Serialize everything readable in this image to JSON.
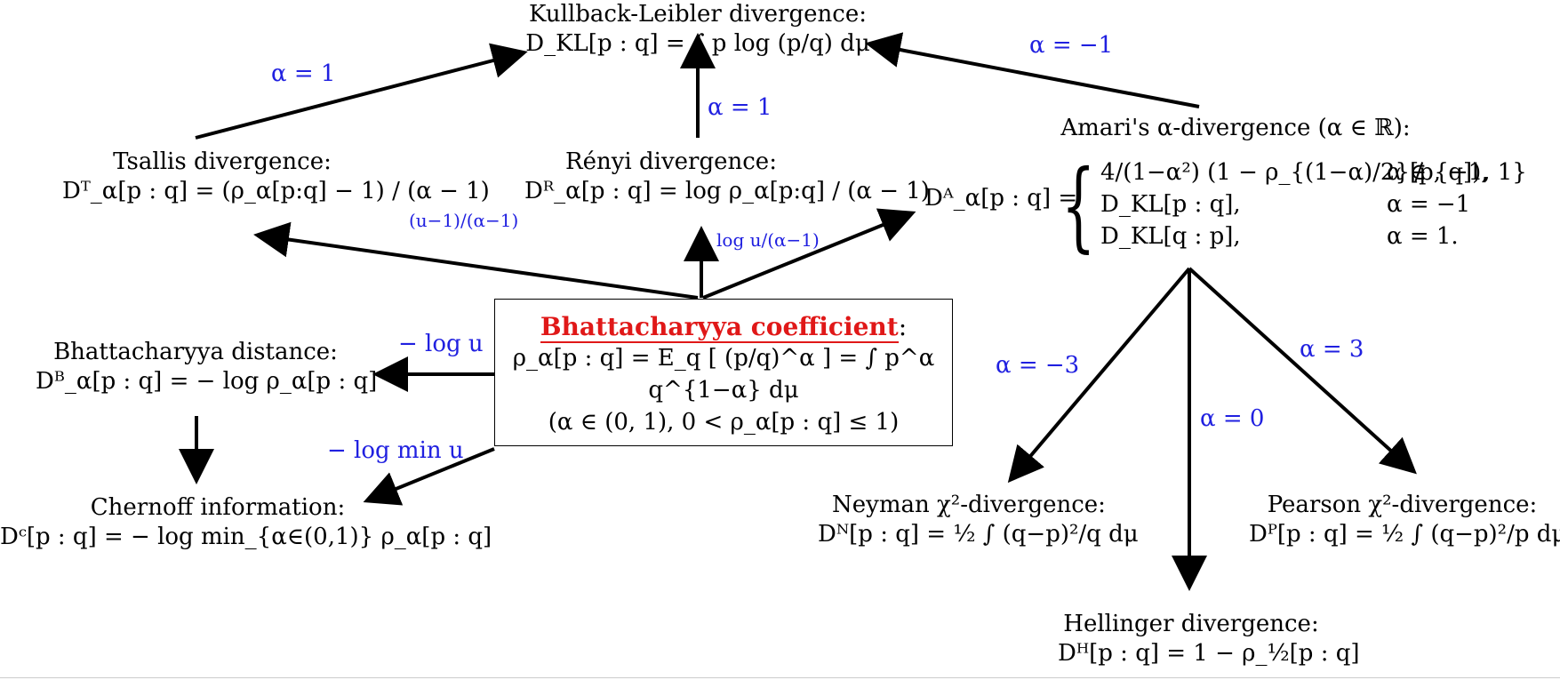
{
  "nodes": {
    "kl": {
      "title": "Kullback-Leibler divergence:",
      "formula": "D_KL[p : q] = ∫ p log (p/q) dμ"
    },
    "tsallis": {
      "title": "Tsallis divergence:",
      "formula": "Dᵀ_α[p : q] = (ρ_α[p:q] − 1) / (α − 1)"
    },
    "renyi": {
      "title": "Rényi divergence:",
      "formula": "Dᴿ_α[p : q] = log ρ_α[p:q] / (α − 1)"
    },
    "amari": {
      "title": "Amari's α-divergence (α ∈ ℝ):",
      "lhs": "Dᴬ_α[p : q] =",
      "cases": [
        {
          "expr": "4/(1−α²) (1 − ρ_{(1−α)/2}[p, q]),",
          "cond": "α ∉ {−1, 1}"
        },
        {
          "expr": "D_KL[p : q],",
          "cond": "α = −1"
        },
        {
          "expr": "D_KL[q : p],",
          "cond": "α = 1."
        }
      ]
    },
    "bhattacharyya_coef": {
      "title": "Bhattacharyya coefficient",
      "title_suffix": ":",
      "formula": "ρ_α[p : q] = E_q [ (p/q)^α ] = ∫ p^α q^{1−α} dμ",
      "condition": "(α ∈ (0, 1), 0 < ρ_α[p : q] ≤ 1)"
    },
    "bhattacharyya_dist": {
      "title": "Bhattacharyya distance:",
      "formula": "Dᴮ_α[p : q] = − log ρ_α[p : q]"
    },
    "chernoff": {
      "title": "Chernoff information:",
      "formula": "Dᶜ[p : q] = − log min_{α∈(0,1)} ρ_α[p : q]"
    },
    "neyman": {
      "title": "Neyman χ²-divergence:",
      "formula": "Dᴺ[p : q] = ½ ∫ (q−p)²/q dμ"
    },
    "pearson": {
      "title": "Pearson χ²-divergence:",
      "formula": "Dᴾ[p : q] = ½ ∫ (q−p)²/p dμ"
    },
    "hellinger": {
      "title": "Hellinger divergence:",
      "formula": "Dᴴ[p : q] = 1 − ρ_½[p : q]"
    }
  },
  "edges": {
    "tsallis_to_kl": "α = 1",
    "renyi_to_kl": "α = 1",
    "amari_to_kl": "α = −1",
    "coef_to_tsallis": "(u−1)/(α−1)",
    "coef_to_renyi": "log u/(α−1)",
    "coef_to_bdist": "− log u",
    "coef_to_chernoff": "− log min u",
    "amari_to_neyman": "α = −3",
    "amari_to_hellinger": "α = 0",
    "amari_to_pearson": "α = 3"
  },
  "colors": {
    "label": "#2020e0",
    "highlight": "#e01818",
    "line": "#000000"
  }
}
